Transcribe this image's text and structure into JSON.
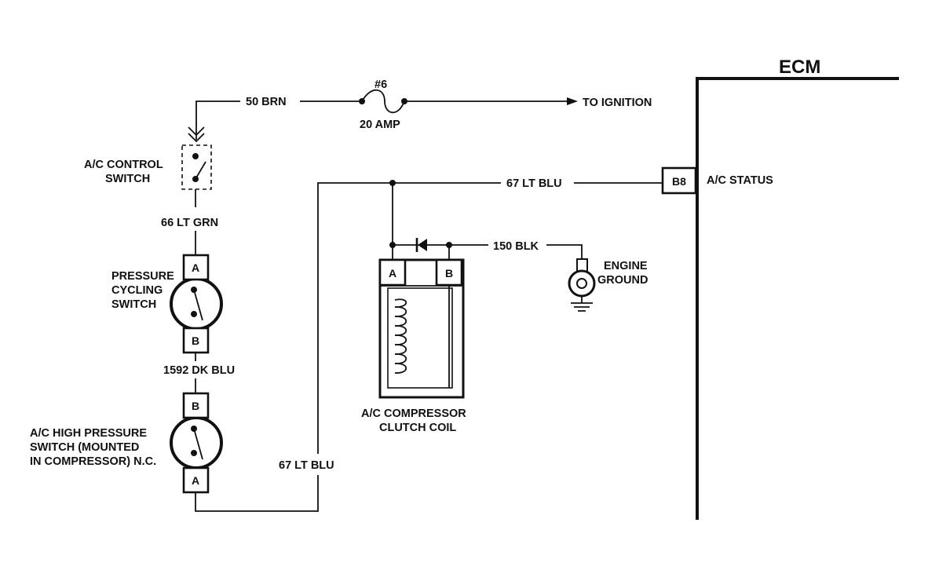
{
  "ecm": {
    "title": "ECM",
    "pin": "B8",
    "pin_label": "A/C STATUS"
  },
  "fuse": {
    "number": "#6",
    "rating": "20 AMP"
  },
  "wires": {
    "w50": "50 BRN",
    "to_ignition": "TO IGNITION",
    "w66": "66 LT GRN",
    "w67_top": "67 LT BLU",
    "w67_side": "67 LT BLU",
    "w150": "150 BLK",
    "w1592": "1592 DK BLU"
  },
  "ac_control_switch": {
    "line1": "A/C CONTROL",
    "line2": "SWITCH"
  },
  "pressure_cycling_switch": {
    "line1": "PRESSURE",
    "line2": "CYCLING",
    "line3": "SWITCH",
    "pin_top": "A",
    "pin_bottom": "B"
  },
  "high_pressure_switch": {
    "line1": "A/C HIGH PRESSURE",
    "line2": "SWITCH (MOUNTED",
    "line3": "IN COMPRESSOR) N.C.",
    "pin_top": "B",
    "pin_bottom": "A"
  },
  "compressor_clutch": {
    "line1": "A/C COMPRESSOR",
    "line2": "CLUTCH COIL",
    "pin_a": "A",
    "pin_b": "B"
  },
  "engine_ground": {
    "line1": "ENGINE",
    "line2": "GROUND"
  }
}
